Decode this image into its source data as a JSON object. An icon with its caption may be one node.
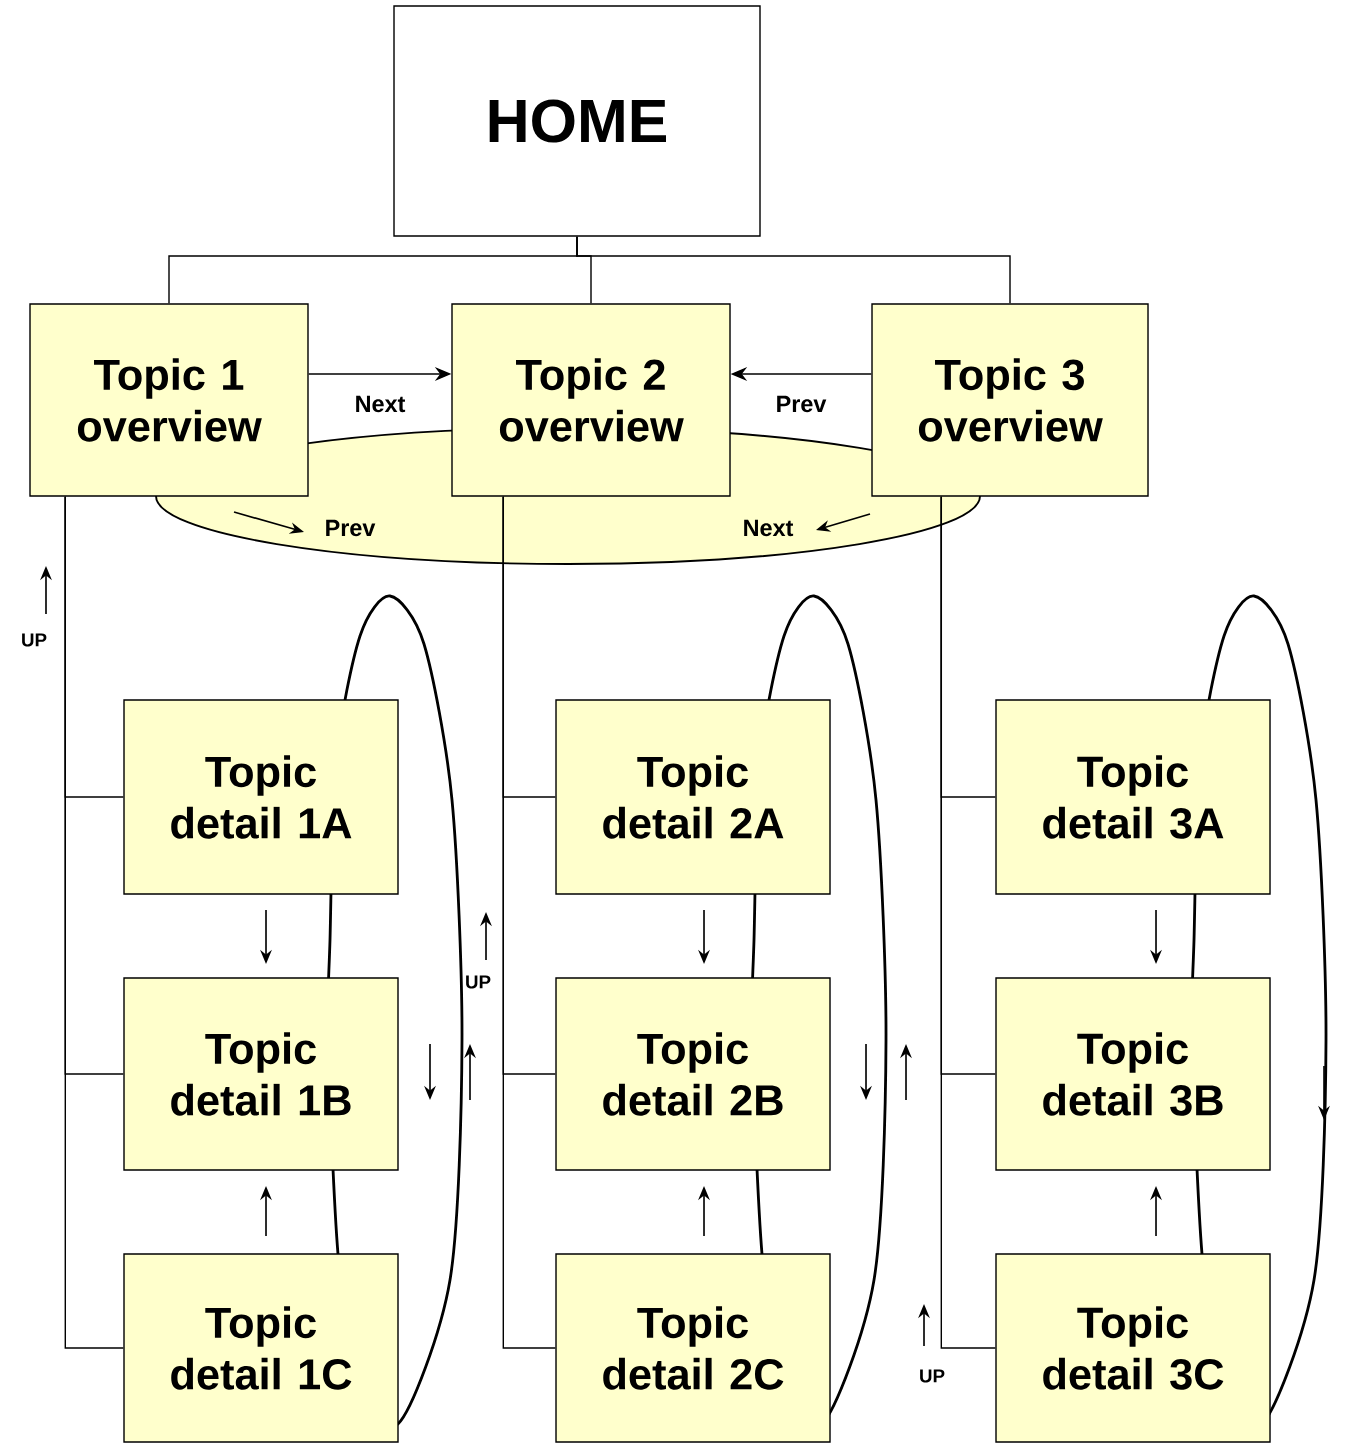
{
  "diagram": {
    "nodes": [
      {
        "text": [
          "HOME"
        ]
      },
      {
        "text": [
          "Topic 1 overview"
        ]
      },
      {
        "text": [
          "Topic 2 overview"
        ]
      },
      {
        "text": [
          "Topic 3 overview"
        ]
      },
      {
        "text": [
          "Topic detail 1A"
        ]
      },
      {
        "text": [
          "Topic detail 1B"
        ]
      },
      {
        "text": [
          "Topic detail 1C"
        ]
      },
      {
        "text": [
          "Topic detail 2A"
        ]
      },
      {
        "text": [
          "Topic detail 2B"
        ]
      },
      {
        "text": [
          "Topic detail 2C"
        ]
      },
      {
        "text": [
          "Topic detail 3A"
        ]
      },
      {
        "text": [
          "Topic detail 3B"
        ]
      },
      {
        "text": [
          "Topic detail 3C"
        ]
      }
    ],
    "edges": [
      {
        "from": 0,
        "to": 1,
        "arrow": "none"
      },
      {
        "from": 0,
        "to": 2,
        "arrow": "none"
      },
      {
        "from": 0,
        "to": 3,
        "arrow": "none"
      },
      {
        "from": 1,
        "to": 2,
        "arrow": "to",
        "label": "Next"
      },
      {
        "from": 3,
        "to": 2,
        "arrow": "to",
        "label": "Prev"
      },
      {
        "from": 1,
        "to": 4,
        "arrow": "none"
      },
      {
        "from": 1,
        "to": 5,
        "arrow": "none"
      },
      {
        "from": 1,
        "to": 6,
        "arrow": "none"
      },
      {
        "from": 2,
        "to": 7,
        "arrow": "none"
      },
      {
        "from": 2,
        "to": 8,
        "arrow": "none"
      },
      {
        "from": 2,
        "to": 9,
        "arrow": "none"
      },
      {
        "from": 3,
        "to": 10,
        "arrow": "none"
      },
      {
        "from": 3,
        "to": 11,
        "arrow": "none"
      },
      {
        "from": 3,
        "to": 12,
        "arrow": "none"
      }
    ],
    "labels": [
      "Prev",
      "Next",
      "UP",
      "UP",
      "UP"
    ]
  }
}
